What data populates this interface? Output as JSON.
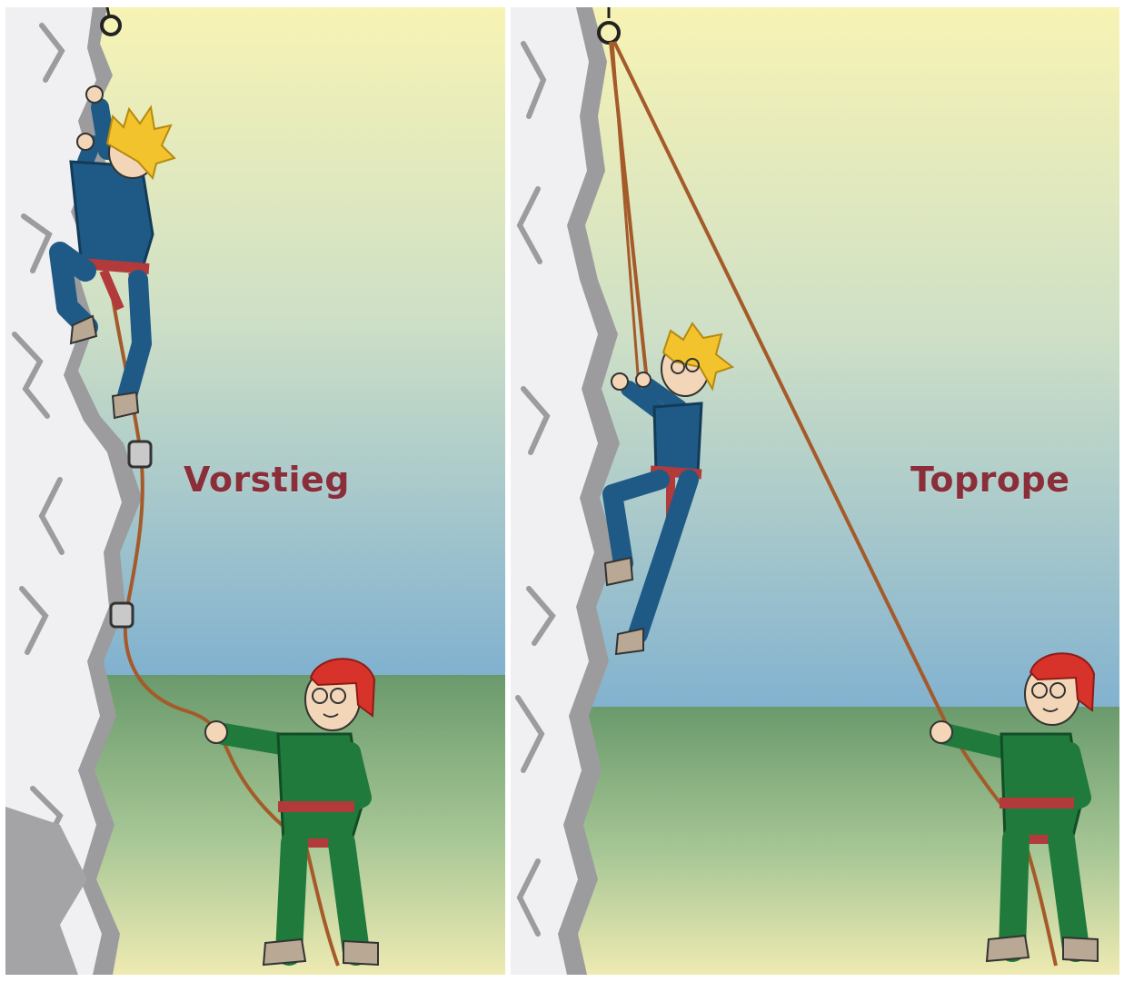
{
  "panels": [
    {
      "id": "left",
      "label": "Vorstieg"
    },
    {
      "id": "right",
      "label": "Toprope"
    }
  ],
  "colors": {
    "sky_top": "#f6f3b6",
    "sky_bottom": "#7fb2cf",
    "ground_top": "#6d9b6b",
    "ground_bottom": "#eaeab4",
    "rock_light": "#f0f0f2",
    "rock_shadow": "#9a9a9c",
    "rope": "#a55a2a",
    "label_text": "#8a2e3a",
    "climber_suit": "#1f5a86",
    "belayer_suit": "#1f7a3c",
    "harness": "#b23a3a"
  }
}
